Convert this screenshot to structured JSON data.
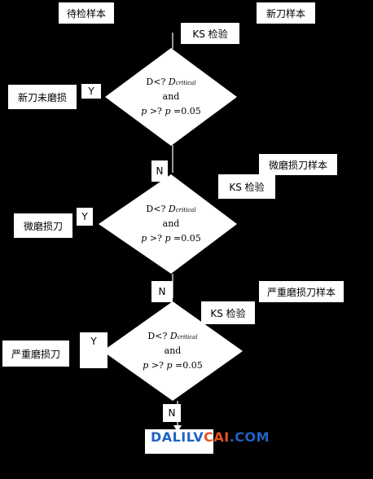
{
  "columns": {
    "left": "待检样本",
    "right": "新刀样本"
  },
  "decisions": [
    {
      "test": "KS 检验",
      "line1_prefix": "D<?",
      "line1_var": "D",
      "line1_sub": "critical",
      "line2": "and",
      "line3_p": "p",
      "line3_mid": " >? ",
      "line3_end": "=0.05",
      "yes_label": "Y",
      "no_label": "N",
      "yes_result": "新刀未磨损"
    },
    {
      "test": "KS 检验",
      "sample": "微磨损刀样本",
      "line1_prefix": "D<?",
      "line1_var": "D",
      "line1_sub": "critical",
      "line2": "and",
      "line3_p": "p",
      "line3_mid": " >? ",
      "line3_end": "=0.05",
      "yes_label": "Y",
      "no_label": "N",
      "yes_result": "微磨损刀"
    },
    {
      "test": "KS 检验",
      "sample": "严重磨损刀样本",
      "line1_prefix": "D<?",
      "line1_var": "D",
      "line1_sub": "critical",
      "line2": "and",
      "line3_p": "p",
      "line3_mid": " >? ",
      "line3_end": "=0.05",
      "yes_label": "Y",
      "no_label": "N",
      "yes_result": "严重磨损刀"
    }
  ],
  "watermark": {
    "part1": "DALILV",
    "part2": "CAI",
    "part3": ".COM"
  },
  "colors": {
    "background": "#000000",
    "box": "#ffffff",
    "watermark_blue": "#1e63c6",
    "watermark_orange": "#e8501e"
  }
}
